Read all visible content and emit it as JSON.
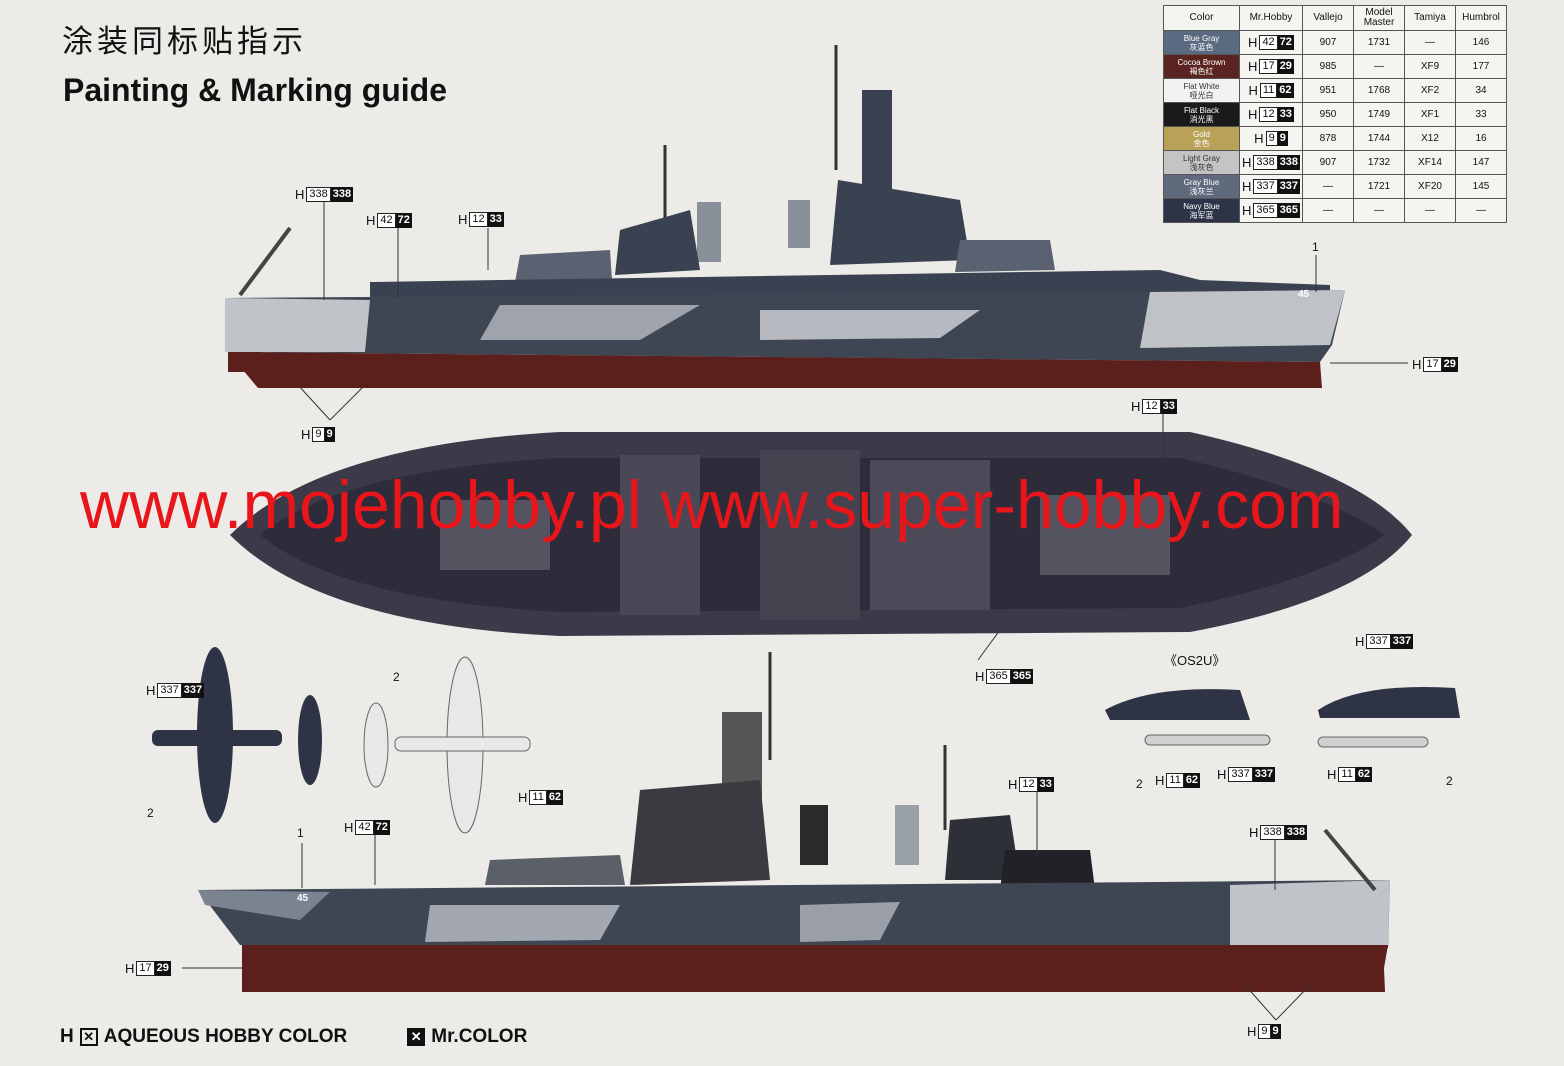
{
  "header": {
    "title_cn": "涂装同标贴指示",
    "title_en": "Painting & Marking guide"
  },
  "table": {
    "headers": [
      "Color",
      "Mr.Hobby",
      "Vallejo",
      "Model Master",
      "Tamiya",
      "Humbrol"
    ],
    "rows": [
      {
        "name": "Blue Gray",
        "cn": "灰蓝色",
        "swatch": "#5a6a80",
        "h": "42",
        "mr": "72",
        "vallejo": "907",
        "model_master": "1731",
        "tamiya": "—",
        "humbrol": "146"
      },
      {
        "name": "Cocoa Brown",
        "cn": "褐色红",
        "swatch": "#5a2420",
        "h": "17",
        "mr": "29",
        "vallejo": "985",
        "model_master": "—",
        "tamiya": "XF9",
        "humbrol": "177"
      },
      {
        "name": "Flat White",
        "cn": "哑光白",
        "swatch": "#f2f2f2",
        "h": "11",
        "mr": "62",
        "vallejo": "951",
        "model_master": "1768",
        "tamiya": "XF2",
        "humbrol": "34"
      },
      {
        "name": "Flat Black",
        "cn": "消光黑",
        "swatch": "#1a1a1a",
        "h": "12",
        "mr": "33",
        "vallejo": "950",
        "model_master": "1749",
        "tamiya": "XF1",
        "humbrol": "33"
      },
      {
        "name": "Gold",
        "cn": "金色",
        "swatch": "#b9a258",
        "h": "9",
        "mr": "9",
        "vallejo": "878",
        "model_master": "1744",
        "tamiya": "X12",
        "humbrol": "16"
      },
      {
        "name": "Light Gray",
        "cn": "浅灰色",
        "swatch": "#c4c4c4",
        "h": "338",
        "mr": "338",
        "vallejo": "907",
        "model_master": "1732",
        "tamiya": "XF14",
        "humbrol": "147"
      },
      {
        "name": "Gray Blue",
        "cn": "浅灰兰",
        "swatch": "#5f6b7c",
        "h": "337",
        "mr": "337",
        "vallejo": "—",
        "model_master": "1721",
        "tamiya": "XF20",
        "humbrol": "145"
      },
      {
        "name": "Navy Blue",
        "cn": "海军蓝",
        "swatch": "#2e3448",
        "h": "365",
        "mr": "365",
        "vallejo": "—",
        "model_master": "—",
        "tamiya": "—",
        "humbrol": "—"
      }
    ]
  },
  "labels": {
    "h": "H",
    "c338": "338",
    "c42": "42",
    "c72": "72",
    "c12": "12",
    "c33": "33",
    "c17": "17",
    "c29": "29",
    "c9": "9",
    "c365": "365",
    "c337": "337",
    "c11": "11",
    "c62": "62",
    "one": "1",
    "two": "2",
    "hull_no": "45",
    "os2u": "《OS2U》"
  },
  "watermark": "www.mojehobby.pl www.super-hobby.com",
  "legend": {
    "aqueous": "AQUEOUS HOBBY COLOR",
    "mr_color": "Mr.COLOR"
  },
  "colors": {
    "hull_red": "#5b1f1c",
    "light_gray": "#bfc2c6",
    "dark_gray": "#3a4150",
    "navy": "#262b3b",
    "deck": "#3c3a48"
  }
}
